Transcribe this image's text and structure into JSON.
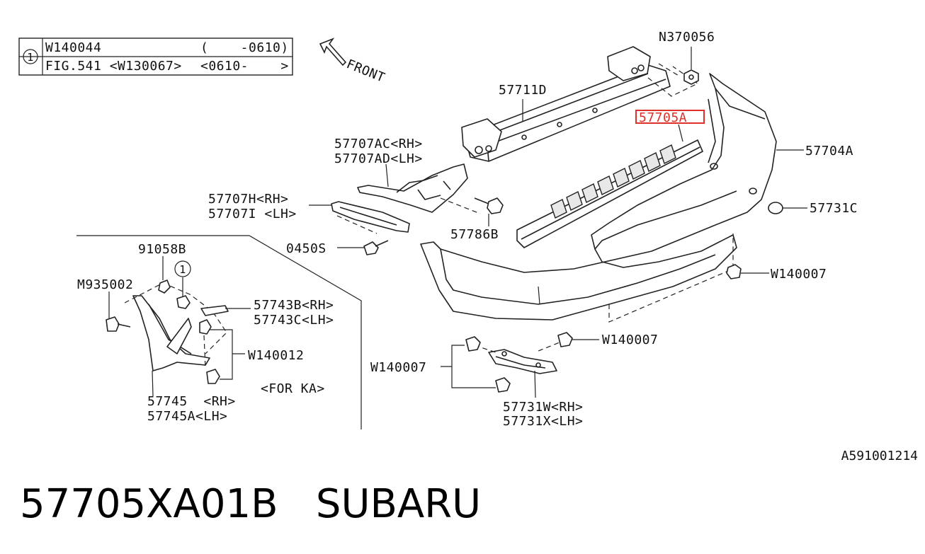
{
  "ref_table": {
    "marker": "1",
    "row1": {
      "code": "W140044",
      "range": "(    -0610)"
    },
    "row2": {
      "code": "FIG.541 <W130067>",
      "range": "<0610-    >"
    }
  },
  "front_label": "FRONT",
  "labels": {
    "n370056": "N370056",
    "p57711d": "57711D",
    "p57705a": "57705A",
    "p57704a": "57704A",
    "p57707ac": "57707AC<RH>",
    "p57707ad": "57707AD<LH>",
    "p57707h": "57707H<RH>",
    "p57707i": "57707I <LH>",
    "p57786b": "57786B",
    "p0450s": "0450S",
    "p57731c": "57731C",
    "w140007_right": "W140007",
    "p91058b": "91058B",
    "callout_1": "1",
    "m935002": "M935002",
    "p57743b": "57743B<RH>",
    "p57743c": "57743C<LH>",
    "w140012": "W140012",
    "for_ka": "<FOR KA>",
    "p57745": "57745  <RH>",
    "p57745a": "57745A<LH>",
    "w140007_lower": "W140007",
    "w140007_left": "W140007",
    "p57731w": "57731W<RH>",
    "p57731x": "57731X<LH>"
  },
  "diagram_id": "A591001214",
  "footer": {
    "part_number": "57705XA01B",
    "brand": "SUBARU"
  },
  "colors": {
    "highlight": "#e0302a",
    "line": "#222222"
  }
}
